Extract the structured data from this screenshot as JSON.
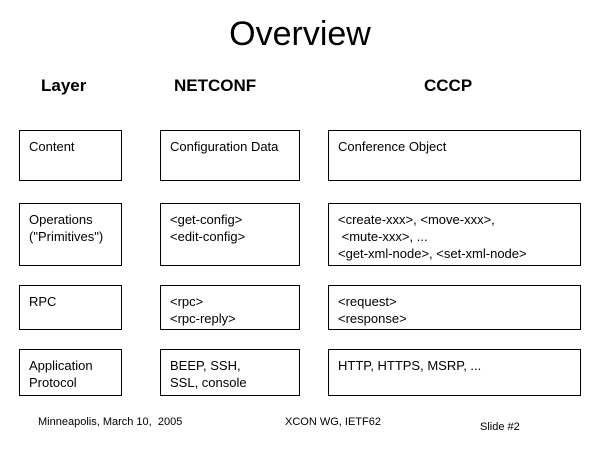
{
  "slide": {
    "title": "Overview",
    "headers": [
      {
        "label": "Layer"
      },
      {
        "label": "NETCONF"
      },
      {
        "label": "CCCP"
      }
    ],
    "rows": [
      {
        "layer": "Content",
        "netconf": "Configuration Data",
        "cccp": "Conference Object"
      },
      {
        "layer": "Operations\n(\"Primitives\")",
        "netconf": "<get-config>\n<edit-config>",
        "cccp": "<create-xxx>, <move-xxx>,\n <mute-xxx>, ...\n<get-xml-node>, <set-xml-node>"
      },
      {
        "layer": "RPC",
        "netconf": "<rpc>\n<rpc-reply>",
        "cccp": "<request>\n<response>"
      },
      {
        "layer": "Application\nProtocol",
        "netconf": "BEEP, SSH,\nSSL, console",
        "cccp": "HTTP, HTTPS, MSRP, ..."
      }
    ],
    "footer": {
      "left": "Minneapolis, March 10,  2005",
      "center": "XCON WG, IETF62",
      "right": "Slide #2"
    },
    "colors": {
      "background": "#ffffff",
      "text": "#000000",
      "border": "#000000"
    }
  }
}
